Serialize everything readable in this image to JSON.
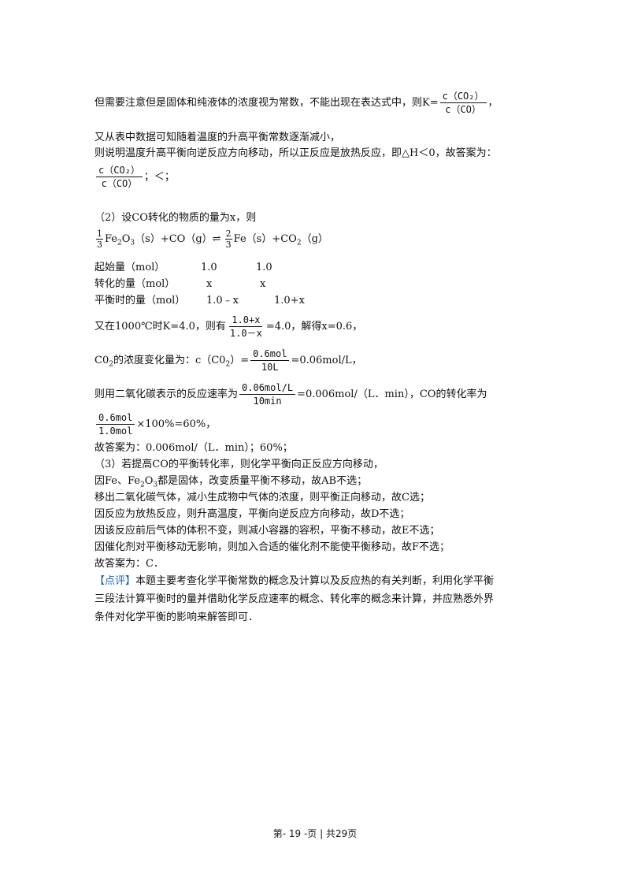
{
  "line1": {
    "text": "但需要注意但是固体和纯液体的浓度视为常数，不能出现在表达式中，则K=",
    "num": "c（CO₂）",
    "den": "c（CO）",
    "tail": "，"
  },
  "line2": "又从表中数据可知随着温度的升高平衡常数逐渐减小，",
  "line3": "则说明温度升高平衡向逆反应方向移动，所以正反应是放热反应，即△H＜0，故答案为：",
  "line4": {
    "num": "c（CO₂）",
    "den": "c（CO）",
    "tail": "；＜；"
  },
  "line5": "（2）设CO转化的物质的量为x，则",
  "reaction": {
    "c1n": "1",
    "c1d": "3",
    "p1": "Fe",
    "p1sub": "2",
    "p2": "O",
    "p2sub": "3",
    "p3": "（s）+CO（g）",
    "c2n": "2",
    "c2d": "3",
    "p4": "Fe（s）+CO",
    "p4sub": "2",
    "p5": "（g）"
  },
  "table": [
    {
      "label": "起始量（mol）",
      "a": "1.0",
      "b": "1.0"
    },
    {
      "label": "转化的量（mol）",
      "a": "x",
      "b": "x"
    },
    {
      "label": "平衡时的量（mol）",
      "a": "1.0﹣x",
      "b": "1.0+x"
    }
  ],
  "line_k": {
    "pre": "又在1000℃时K=4.0，则有",
    "num": "1.0+x",
    "den": "1.0－x",
    "post": "=4.0，解得x=0.6，"
  },
  "line_co2": {
    "pre": "C0",
    "sub": "2",
    "mid": "的浓度变化量为：c（C0",
    "sub2": "2",
    "mid2": "）=",
    "num": "0.6mol",
    "den": "10L",
    "post": "=0.06mol/L，"
  },
  "line_rate": {
    "pre": "则用二氧化碳表示的反应速率为",
    "num": "0.06mol/L",
    "den": "10min",
    "post": "=0.006mol/（L．min），CO的转化率为"
  },
  "line_pct": {
    "num": "0.6mol",
    "den": "1.0mol",
    "post": "×100%=60%，"
  },
  "line_ans2": "故答案为：0.006mol/（L．min）；60%；",
  "line_3a": "（3）若提高CO的平衡转化率，则化学平衡向正反应方向移动，",
  "line_3b": {
    "pre": "因Fe、Fe",
    "s1": "2",
    "mid": "O",
    "s2": "3",
    "post": "都是固体，改变质量平衡不移动，故AB不选；"
  },
  "line_3c": "移出二氧化碳气体，减小生成物中气体的浓度，则平衡正向移动，故C选；",
  "line_3d": "因反应为放热反应，则升高温度，平衡向逆反应方向移动，故D不选；",
  "line_3e": "因该反应前后气体的体积不变，则减小容器的容积，平衡不移动，故E不选；",
  "line_3f": "因催化剂对平衡移动无影响，则加入合适的催化剂不能使平衡移动，故F不选；",
  "line_ans3": "故答案为：C．",
  "comment": {
    "tag": "【点评】",
    "l1": "本题主要考查化学平衡常数的概念及计算以及反应热的有关判断，利用化学平衡",
    "l2": "三段法计算平衡时的量并借助化学反应速率的概念、转化率的概念来计算，并应熟悉外界",
    "l3": "条件对化学平衡的影响来解答即可．"
  },
  "footer": "第- 19 -页 | 共29页",
  "colors": {
    "tag": "#1f5fbf",
    "text": "#111111"
  }
}
